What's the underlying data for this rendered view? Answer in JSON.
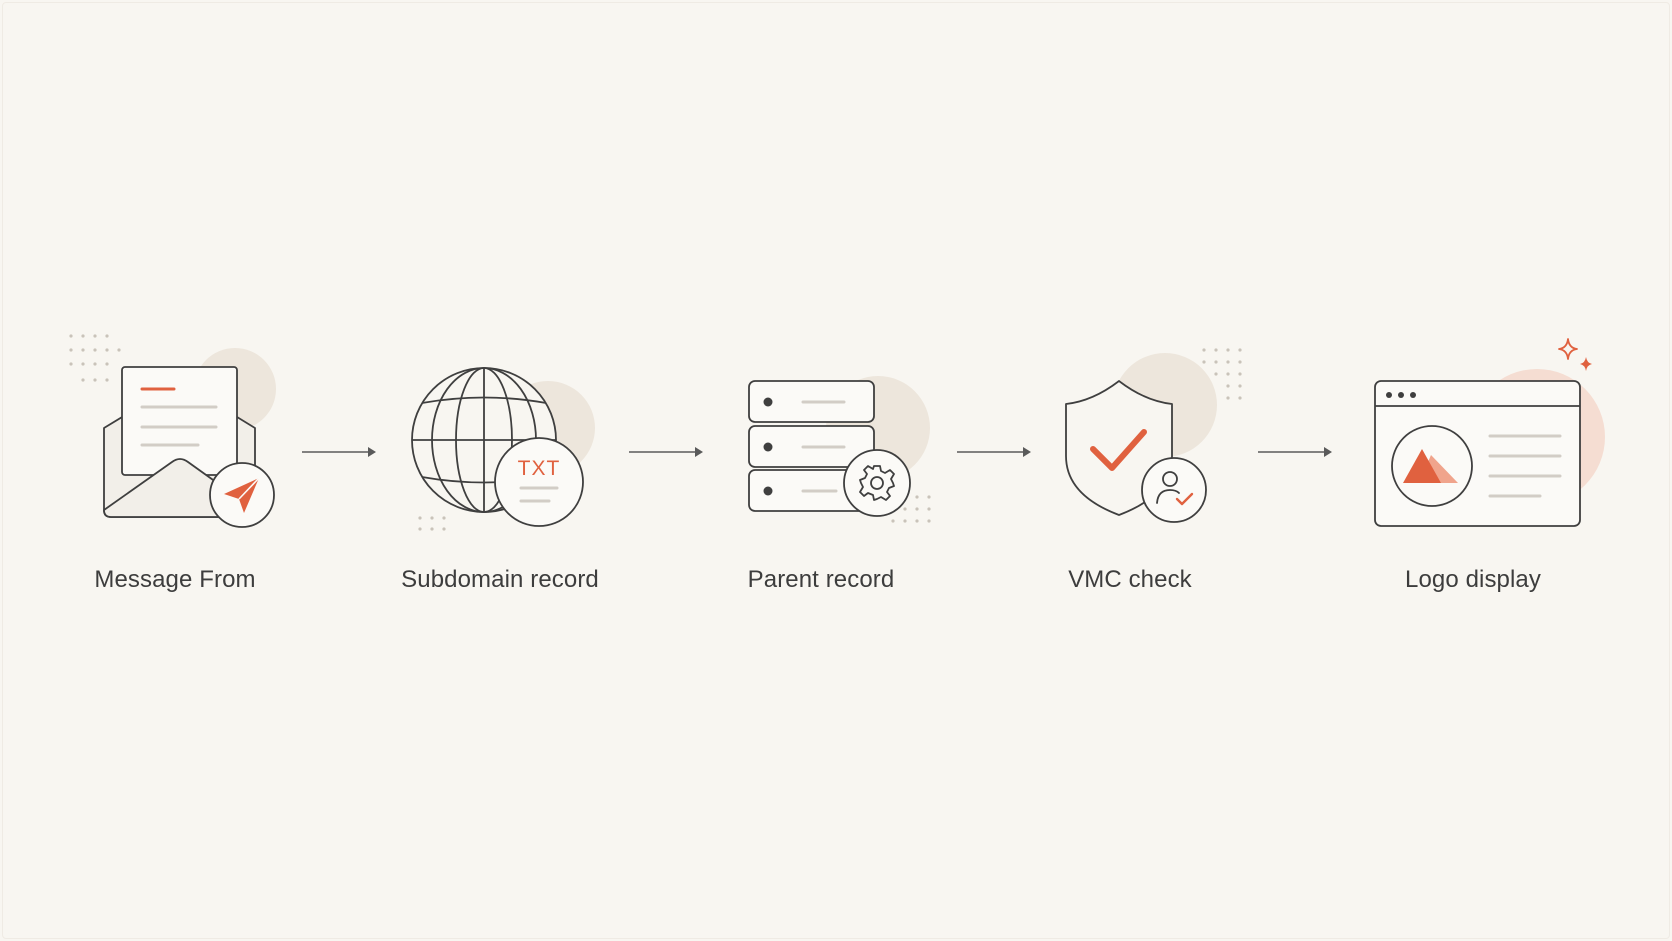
{
  "steps": [
    {
      "label": "Message From",
      "icon": "envelope-send-icon"
    },
    {
      "label": "Subdomain record",
      "icon": "globe-txt-icon"
    },
    {
      "label": "Parent record",
      "icon": "server-gear-icon"
    },
    {
      "label": "VMC check",
      "icon": "shield-check-icon"
    },
    {
      "label": "Logo display",
      "icon": "browser-logo-icon"
    }
  ],
  "badges": {
    "txt": "TXT"
  },
  "colors": {
    "background": "#f8f6f1",
    "stroke": "#3f3f3f",
    "accent": "#e0613f",
    "blob": "#ede6dc",
    "blob_accent": "#f5ddd2",
    "dots": "#c9c3ba",
    "line_gray": "#d2cdc6"
  }
}
